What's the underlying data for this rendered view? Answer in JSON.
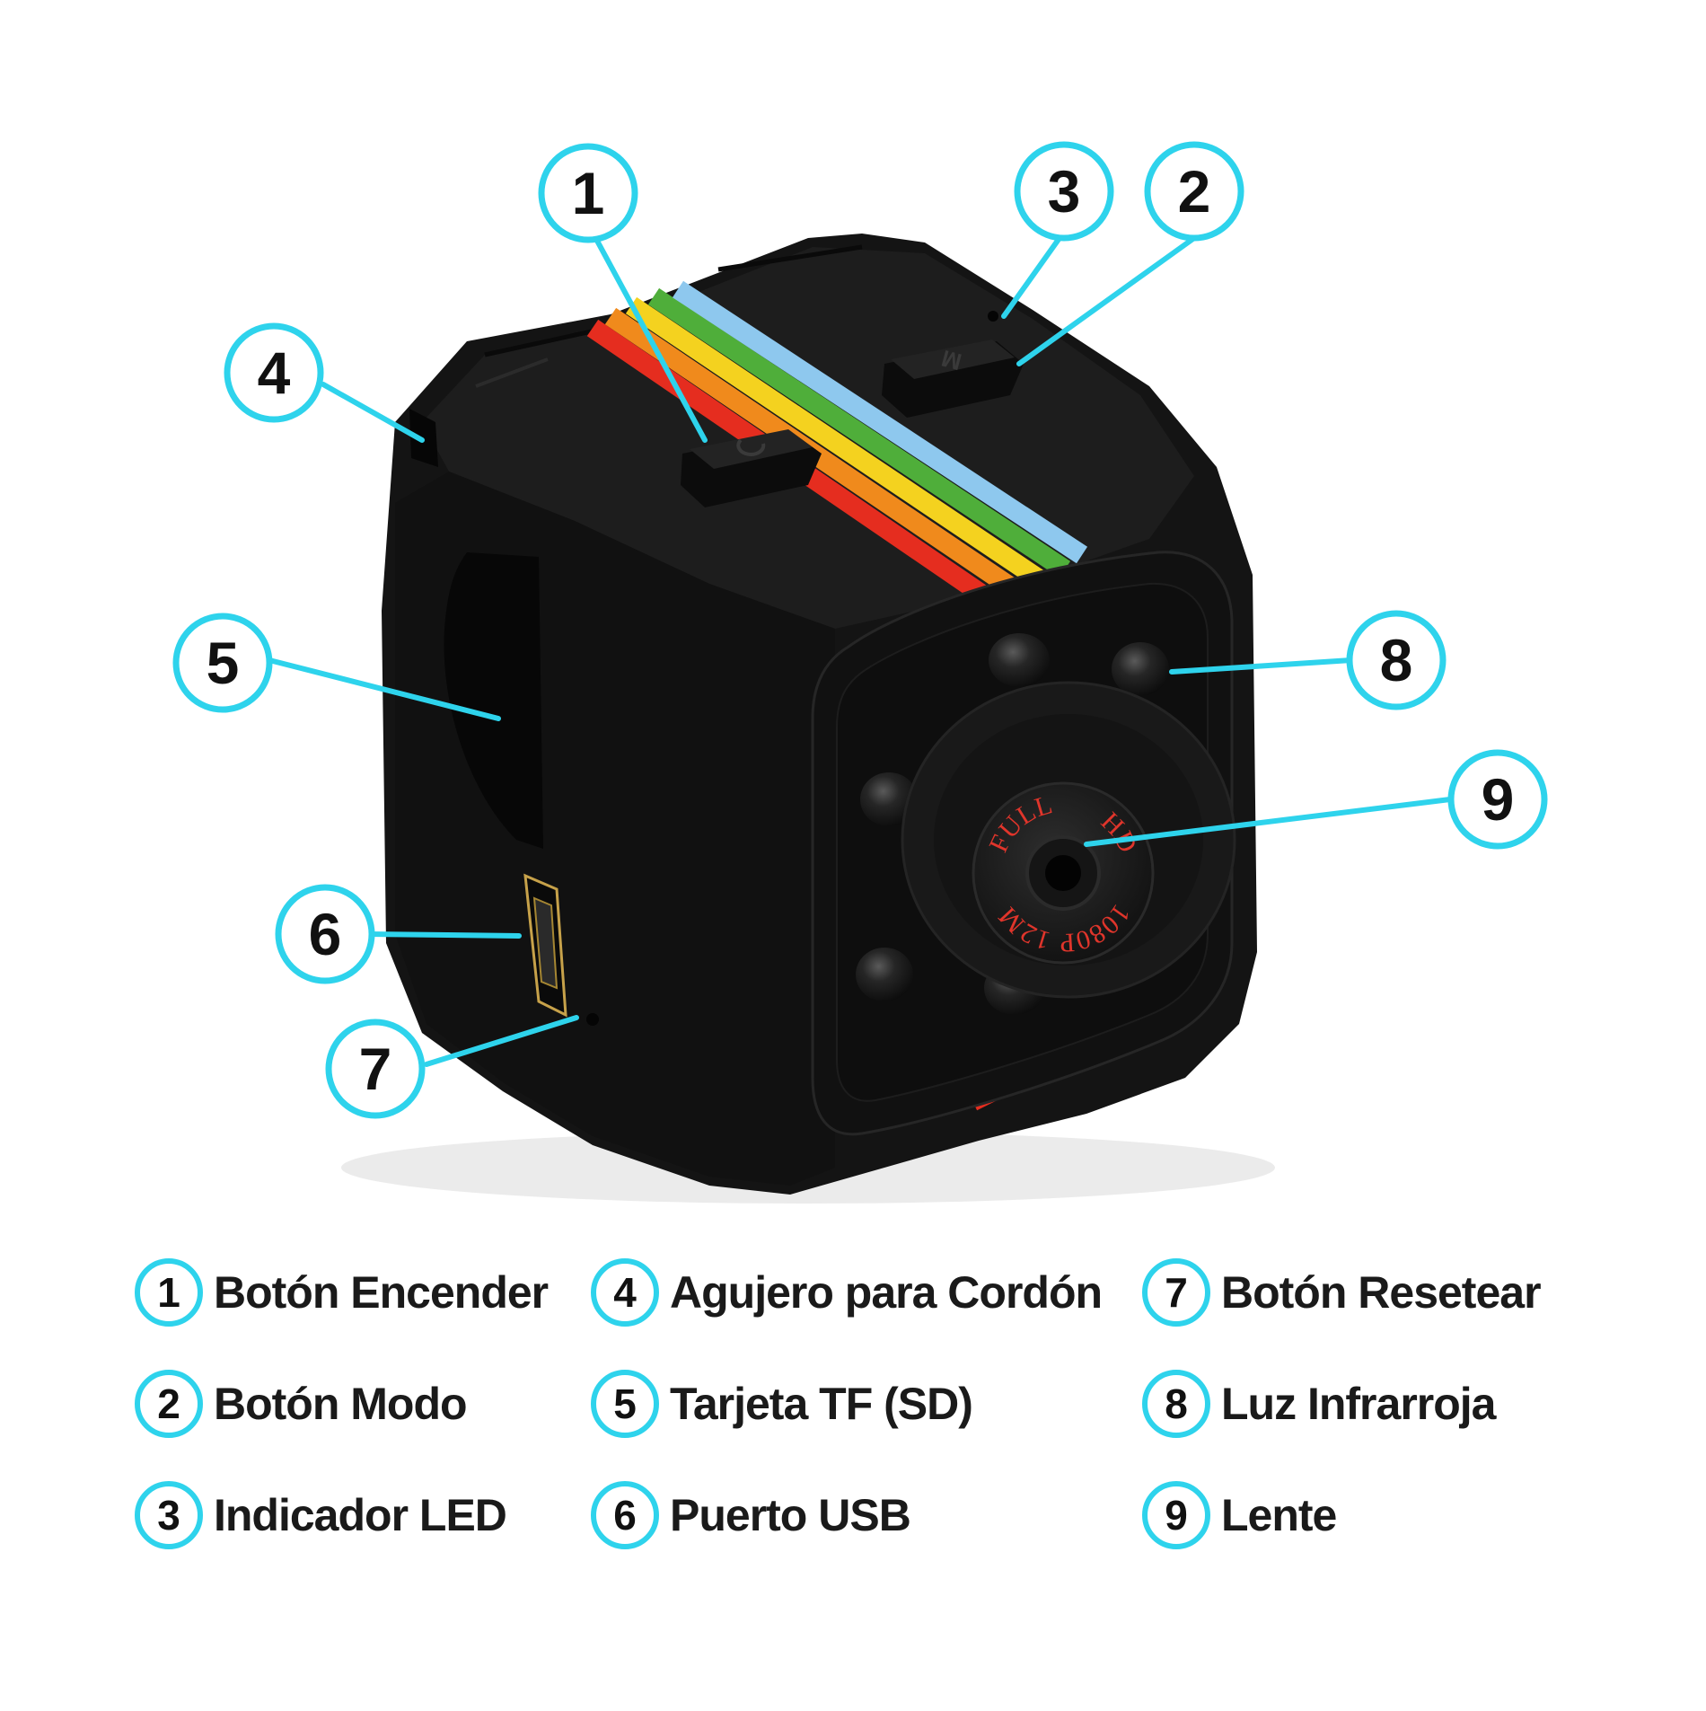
{
  "colors": {
    "accent": "#2ed3ec",
    "device": "#141414",
    "lens_text": "#e0352b",
    "stripe": [
      "#e52d1f",
      "#f08a1c",
      "#f4d21f",
      "#4fae3a",
      "#8ec8ee"
    ]
  },
  "device": {
    "lens_text_top": "1080P",
    "lens_text_right": "12M",
    "lens_text_bottom": "FULL",
    "lens_text_left": "HD",
    "mode_button_mark": "M"
  },
  "callouts": [
    {
      "number": "1"
    },
    {
      "number": "2"
    },
    {
      "number": "3"
    },
    {
      "number": "4"
    },
    {
      "number": "5"
    },
    {
      "number": "6"
    },
    {
      "number": "7"
    },
    {
      "number": "8"
    },
    {
      "number": "9"
    }
  ],
  "legend": [
    {
      "number": "1",
      "label": "Botón Encender"
    },
    {
      "number": "2",
      "label": "Botón Modo"
    },
    {
      "number": "3",
      "label": "Indicador LED"
    },
    {
      "number": "4",
      "label": "Agujero para Cordón"
    },
    {
      "number": "5",
      "label": "Tarjeta TF (SD)"
    },
    {
      "number": "6",
      "label": "Puerto USB"
    },
    {
      "number": "7",
      "label": "Botón Resetear"
    },
    {
      "number": "8",
      "label": "Luz Infrarroja"
    },
    {
      "number": "9",
      "label": "Lente"
    }
  ]
}
